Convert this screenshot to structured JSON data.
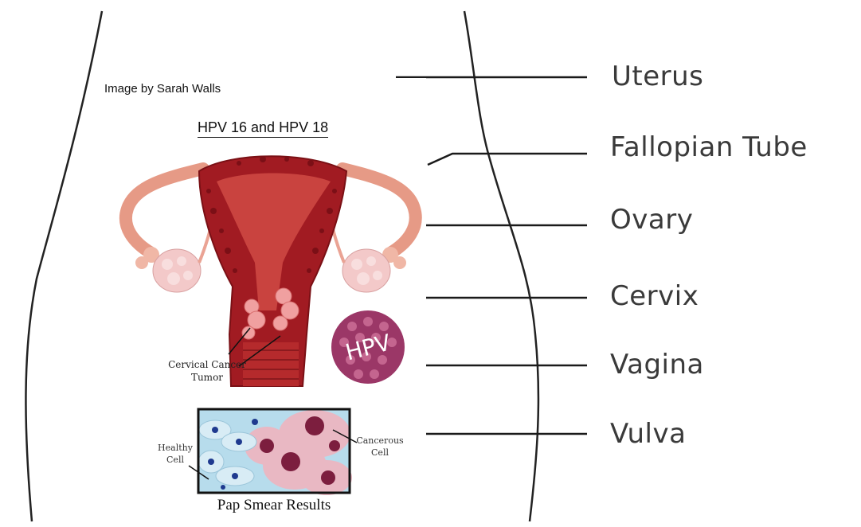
{
  "credit": "Image by Sarah Walls",
  "title": "HPV 16 and HPV 18",
  "labels": [
    "Uterus",
    "Fallopian Tube",
    "Ovary",
    "Cervix",
    "Vagina",
    "Vulva"
  ],
  "annotations": {
    "tumor": "Cervical Cancer\nTumor",
    "virus": "HPV",
    "healthy": "Healthy\nCell",
    "cancerous": "Cancerous\nCell",
    "pap_caption": "Pap Smear Results"
  },
  "colors": {
    "uterus_dark": "#a11b22",
    "uterus_mid": "#c9433f",
    "uterus_light": "#e8a08f",
    "ovary": "#f3c9c9",
    "virus": "#9b3767",
    "cell_healthy_bg": "#b7dcec",
    "cell_cancer_bg": "#e9b8c3",
    "nucleus_healthy": "#1f3a8f",
    "nucleus_cancer": "#7c1e3e",
    "leader_line": "#1a1a1a",
    "label_text": "#3a3a3a"
  }
}
